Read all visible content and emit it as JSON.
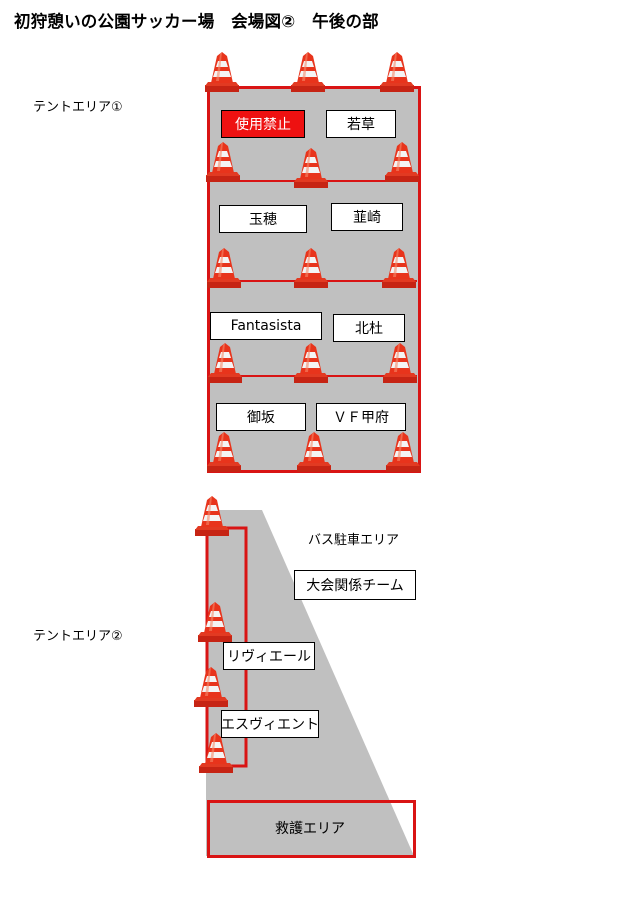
{
  "title": "初狩憩いの公園サッカー場　会場図②　午後の部",
  "tent_area_1": {
    "label": "テントエリア①"
  },
  "tent_area_2": {
    "label": "テントエリア②"
  },
  "teams_area1": [
    "使用禁止",
    "若草",
    "玉穂",
    "韮崎",
    "Fantasista",
    "北杜",
    "御坂",
    "ＶＦ甲府"
  ],
  "bus_parking": "バス駐車エリア",
  "officials": "大会関係チーム",
  "teams_area2": [
    "リヴィエール",
    "エスヴィエント"
  ],
  "rescue": "救護エリア",
  "colors": {
    "boundary": "#d91414",
    "field": "#c0c0c0",
    "banned": "#ee1111",
    "cone": "#e8341c"
  }
}
